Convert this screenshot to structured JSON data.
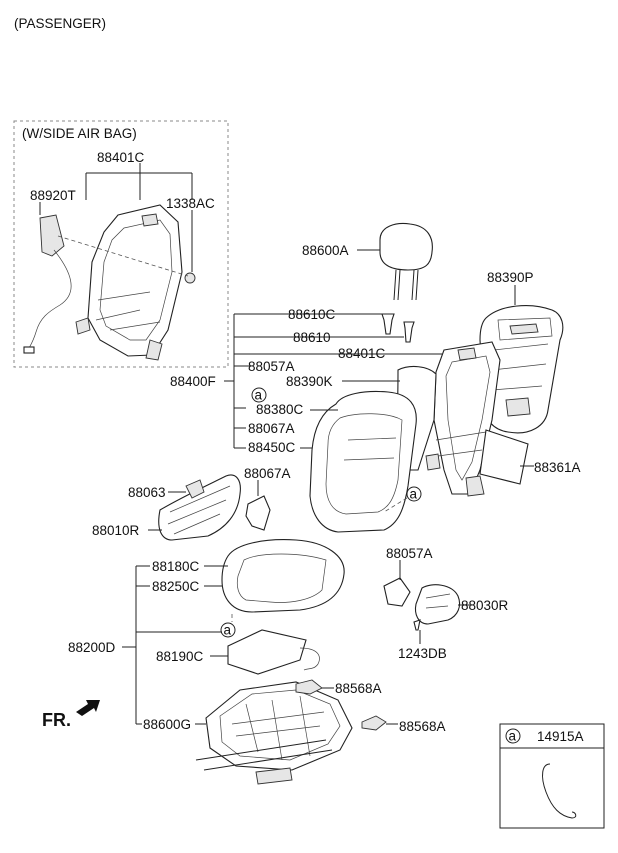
{
  "header": {
    "title": "(PASSENGER)"
  },
  "side_airbag_box": {
    "title": "(W/SIDE AIR BAG)"
  },
  "labels": {
    "p88401C_top": "88401C",
    "p88920T": "88920T",
    "p1338AC": "1338AC",
    "p88600A": "88600A",
    "p88390P": "88390P",
    "p88610C": "88610C",
    "p88610": "88610",
    "p88401C": "88401C",
    "p88057A_a": "88057A",
    "p88400F": "88400F",
    "p88390K": "88390K",
    "p88380C": "88380C",
    "p88067A_a": "88067A",
    "p88450C": "88450C",
    "p88361A": "88361A",
    "p88063": "88063",
    "p88067A_b": "88067A",
    "p88010R": "88010R",
    "p88180C": "88180C",
    "p88250C": "88250C",
    "p88057A_b": "88057A",
    "p88030R": "88030R",
    "p88200D": "88200D",
    "p88190C": "88190C",
    "p1243DB": "1243DB",
    "p88568A_a": "88568A",
    "p88600G": "88600G",
    "p88568A_b": "88568A"
  },
  "callouts": {
    "a": "a"
  },
  "direction": {
    "label": "FR."
  },
  "legend": {
    "ref": "a",
    "part": "14915A"
  }
}
